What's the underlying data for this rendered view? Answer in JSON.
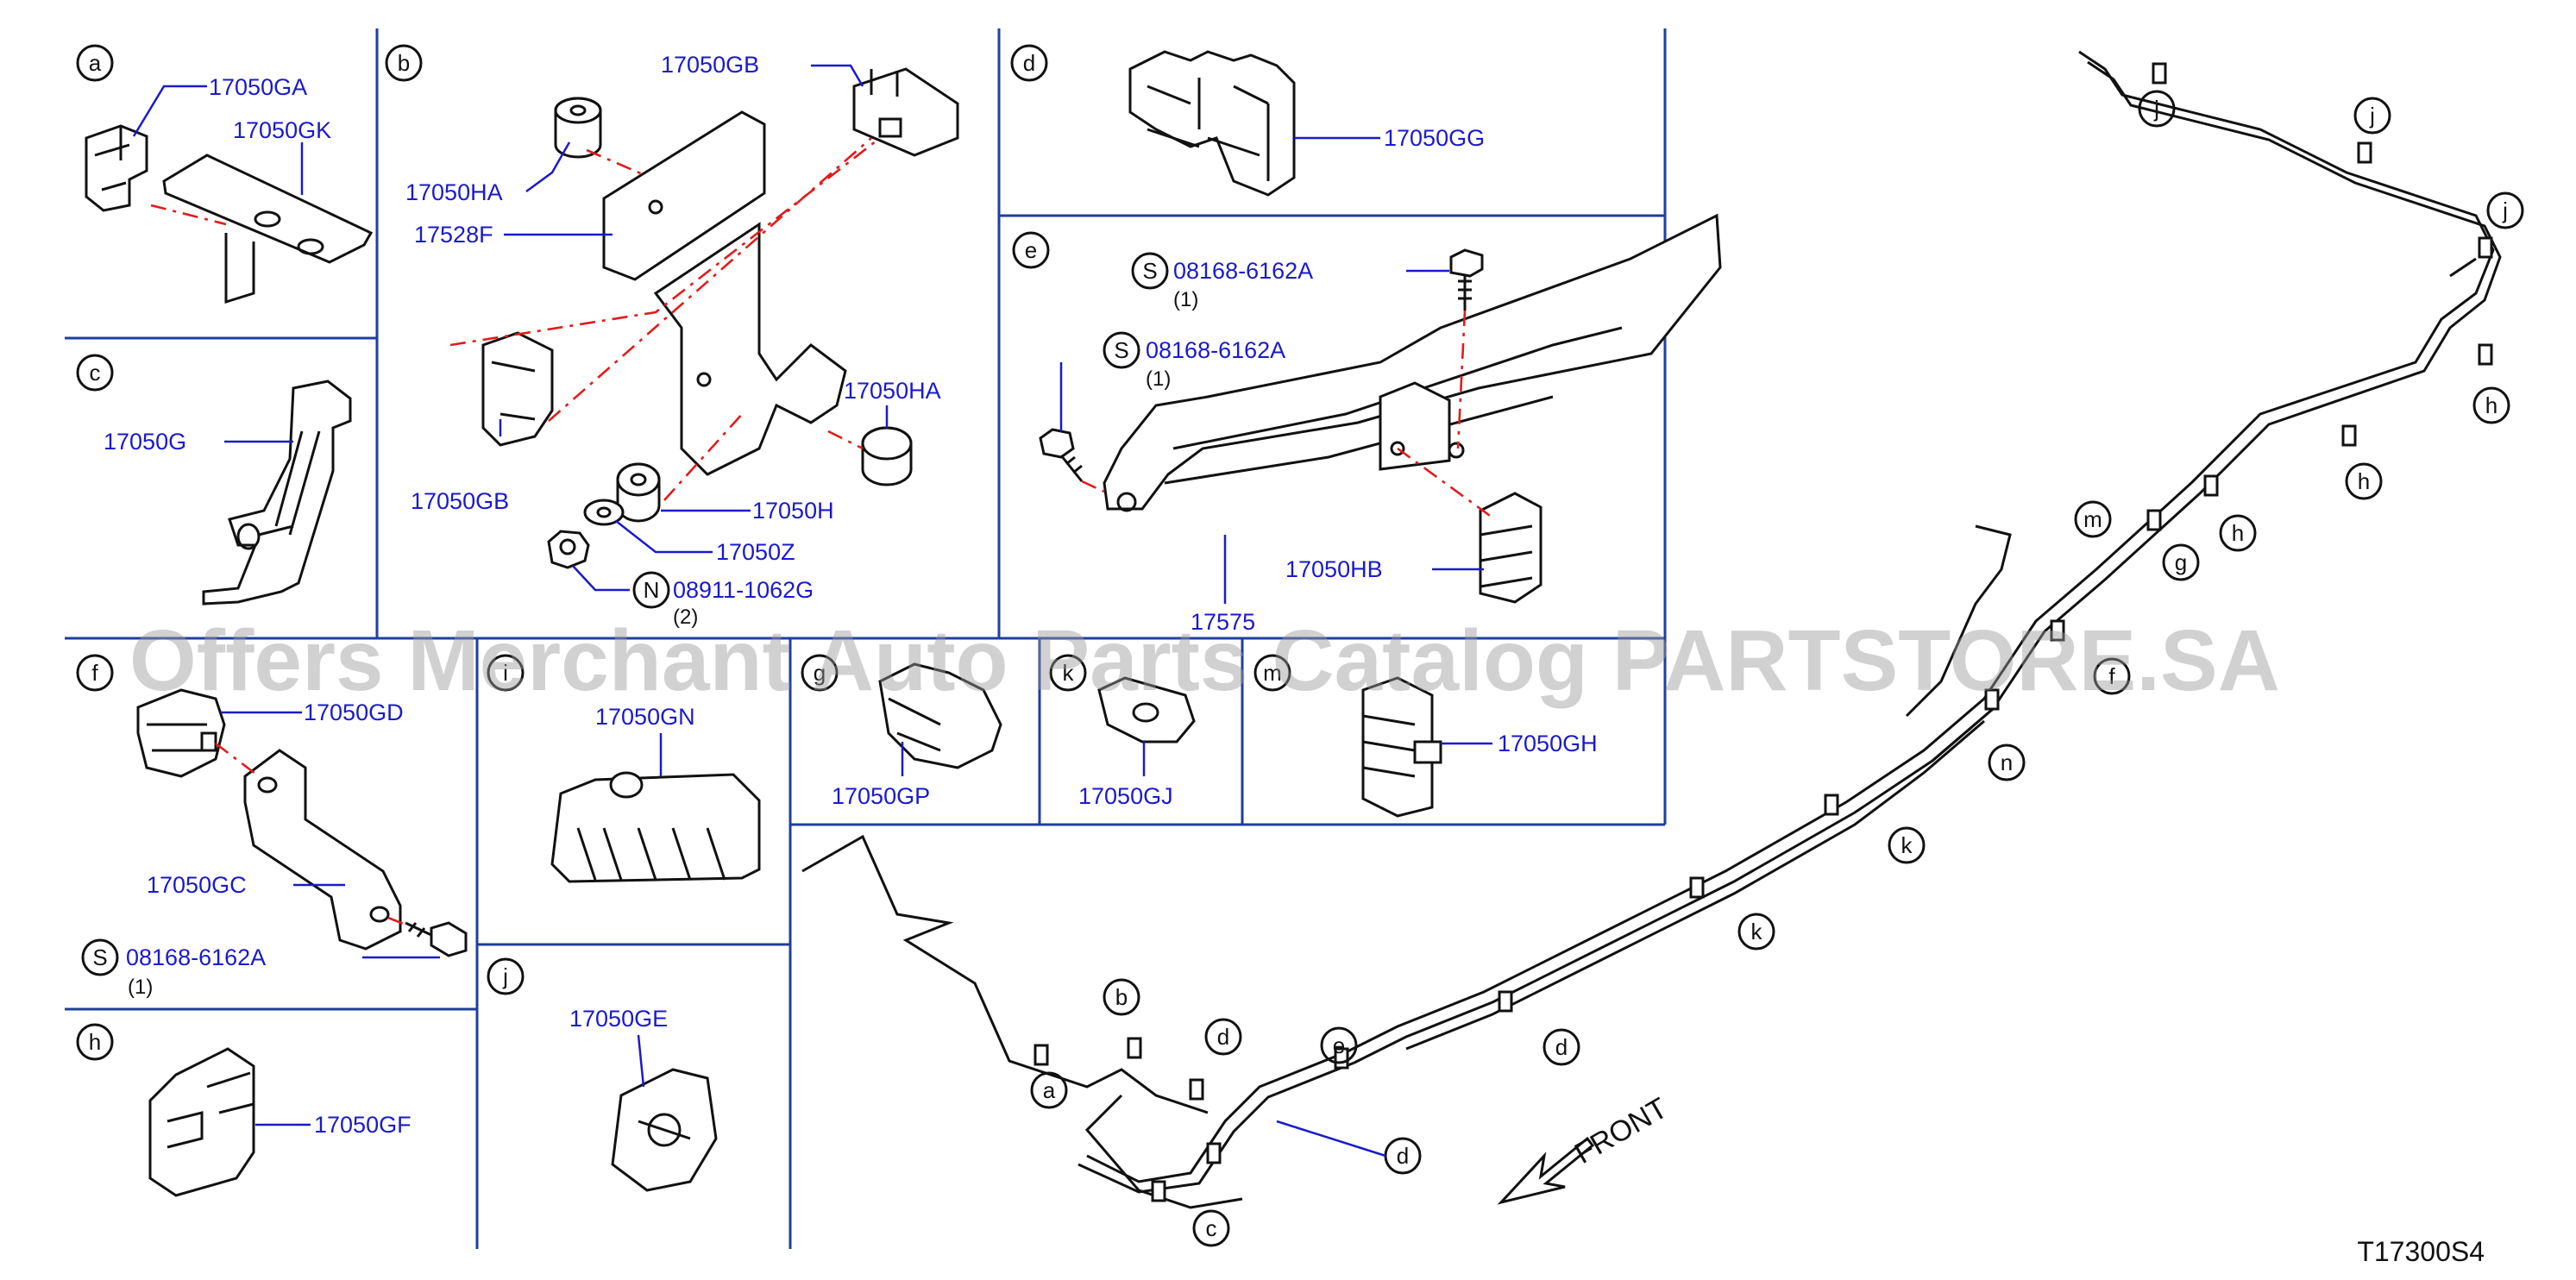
{
  "diagram_number": "T17300S4",
  "watermark": "Offers Merchant Auto Parts Catalog PARTSTORE.SA",
  "front_label": "FRONT",
  "panels": [
    {
      "id": "a",
      "letter": "a",
      "parts": [
        "17050GA",
        "17050GK"
      ]
    },
    {
      "id": "b",
      "letter": "b",
      "parts": [
        "17050GB",
        "17050HA",
        "17528F",
        "17050GB",
        "17050HA",
        "17050H",
        "17050Z",
        "08911-1062G"
      ],
      "prefix_n": "N",
      "qty": "(2)"
    },
    {
      "id": "c",
      "letter": "c",
      "parts": [
        "17050G"
      ]
    },
    {
      "id": "d",
      "letter": "d",
      "parts": [
        "17050GG"
      ]
    },
    {
      "id": "e",
      "letter": "e",
      "parts": [
        "08168-6162A",
        "08168-6162A",
        "17050HB",
        "17575"
      ],
      "prefix_s": "S",
      "qty": "(1)"
    },
    {
      "id": "f",
      "letter": "f",
      "parts": [
        "17050GD",
        "17050GC",
        "08168-6162A"
      ],
      "prefix_s": "S",
      "qty": "(1)"
    },
    {
      "id": "h",
      "letter": "h",
      "parts": [
        "17050GF"
      ]
    },
    {
      "id": "i",
      "letter": "i",
      "parts": [
        "17050GN"
      ]
    },
    {
      "id": "j",
      "letter": "j",
      "parts": [
        "17050GE"
      ]
    },
    {
      "id": "g",
      "letter": "g",
      "parts": [
        "17050GP"
      ]
    },
    {
      "id": "k",
      "letter": "k",
      "parts": [
        "17050GJ"
      ]
    },
    {
      "id": "m",
      "letter": "m",
      "parts": [
        "17050GH"
      ]
    }
  ],
  "route_callouts": [
    "j",
    "j",
    "j",
    "h",
    "h",
    "h",
    "m",
    "g",
    "f",
    "n",
    "k",
    "k",
    "d",
    "e",
    "d",
    "d",
    "b",
    "a",
    "c"
  ]
}
